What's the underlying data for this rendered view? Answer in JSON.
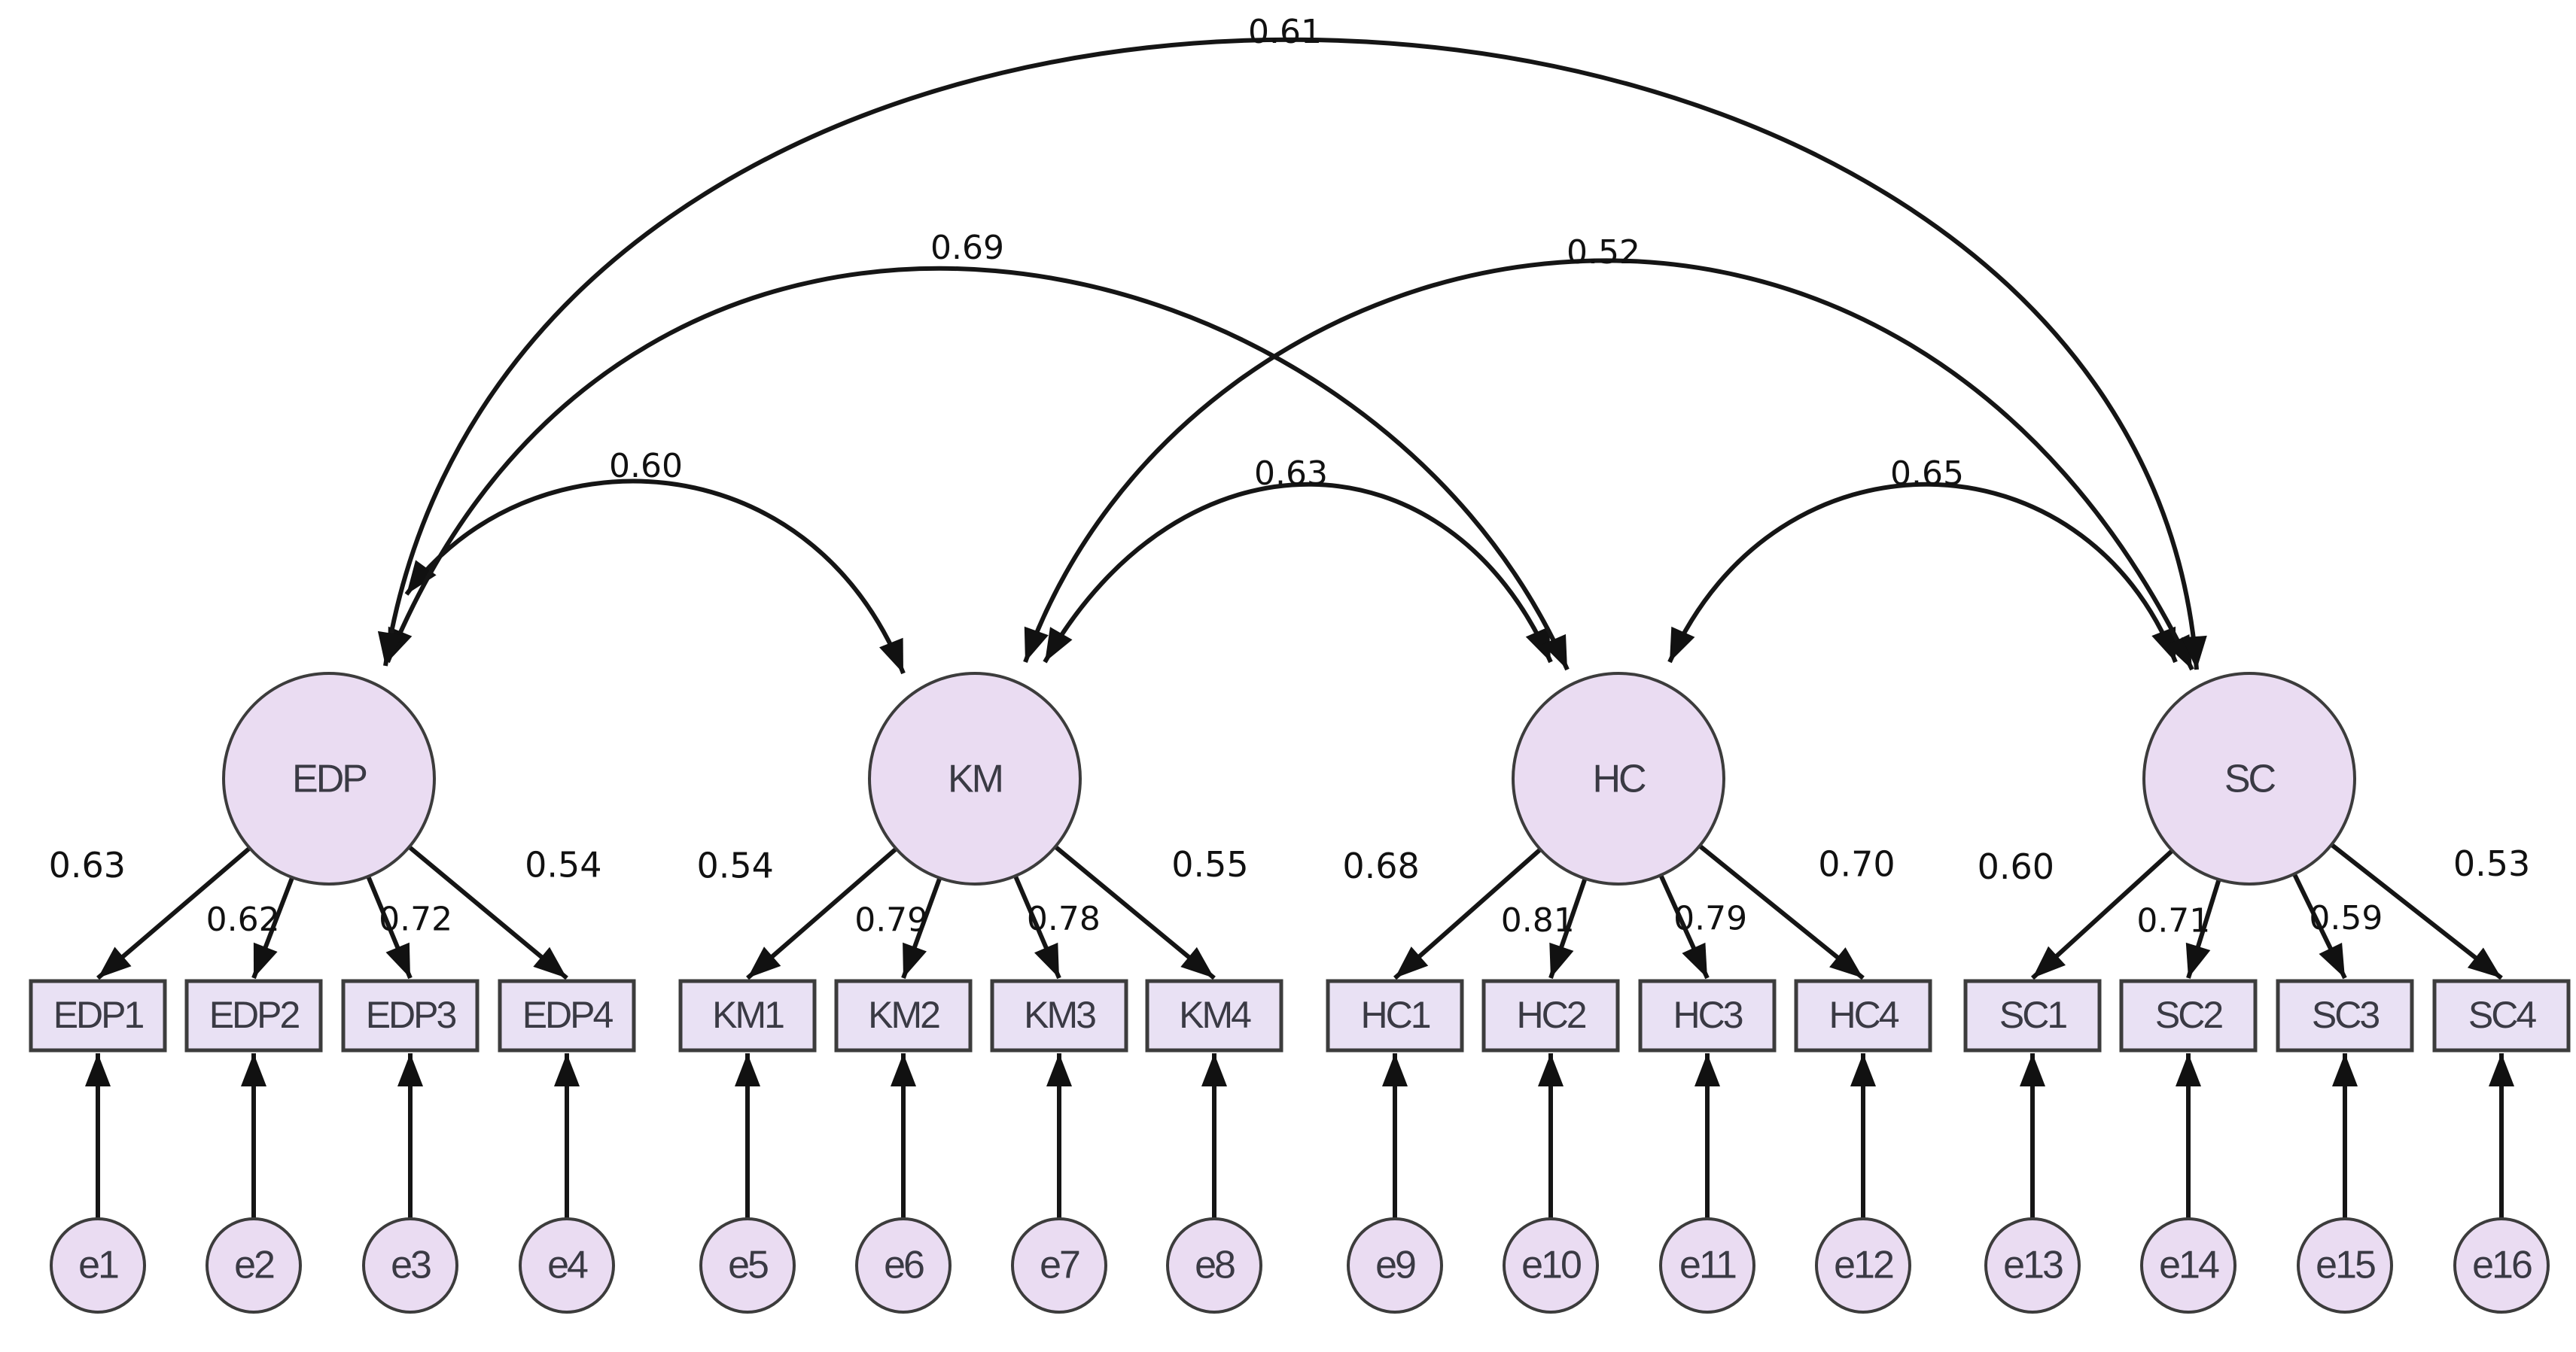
{
  "latents": [
    {
      "id": "EDP",
      "label": "EDP"
    },
    {
      "id": "KM",
      "label": "KM"
    },
    {
      "id": "HC",
      "label": "HC"
    },
    {
      "id": "SC",
      "label": "SC"
    }
  ],
  "indicators": [
    {
      "label": "EDP1",
      "factor": "EDP",
      "loading": "0.63",
      "error": "e1"
    },
    {
      "label": "EDP2",
      "factor": "EDP",
      "loading": "0.62",
      "error": "e2"
    },
    {
      "label": "EDP3",
      "factor": "EDP",
      "loading": "0.72",
      "error": "e3"
    },
    {
      "label": "EDP4",
      "factor": "EDP",
      "loading": "0.54",
      "error": "e4"
    },
    {
      "label": "KM1",
      "factor": "KM",
      "loading": "0.54",
      "error": "e5"
    },
    {
      "label": "KM2",
      "factor": "KM",
      "loading": "0.79",
      "error": "e6"
    },
    {
      "label": "KM3",
      "factor": "KM",
      "loading": "0.78",
      "error": "e7"
    },
    {
      "label": "KM4",
      "factor": "KM",
      "loading": "0.55",
      "error": "e8"
    },
    {
      "label": "HC1",
      "factor": "HC",
      "loading": "0.68",
      "error": "e9"
    },
    {
      "label": "HC2",
      "factor": "HC",
      "loading": "0.81",
      "error": "e10"
    },
    {
      "label": "HC3",
      "factor": "HC",
      "loading": "0.79",
      "error": "e11"
    },
    {
      "label": "HC4",
      "factor": "HC",
      "loading": "0.70",
      "error": "e12"
    },
    {
      "label": "SC1",
      "factor": "SC",
      "loading": "0.60",
      "error": "e13"
    },
    {
      "label": "SC2",
      "factor": "SC",
      "loading": "0.71",
      "error": "e14"
    },
    {
      "label": "SC3",
      "factor": "SC",
      "loading": "0.59",
      "error": "e15"
    },
    {
      "label": "SC4",
      "factor": "SC",
      "loading": "0.53",
      "error": "e16"
    }
  ],
  "correlations": [
    {
      "from": "EDP",
      "to": "KM",
      "value": "0.60"
    },
    {
      "from": "KM",
      "to": "HC",
      "value": "0.63"
    },
    {
      "from": "HC",
      "to": "SC",
      "value": "0.65"
    },
    {
      "from": "EDP",
      "to": "HC",
      "value": "0.69"
    },
    {
      "from": "KM",
      "to": "SC",
      "value": "0.52"
    },
    {
      "from": "EDP",
      "to": "SC",
      "value": "0.61"
    }
  ]
}
